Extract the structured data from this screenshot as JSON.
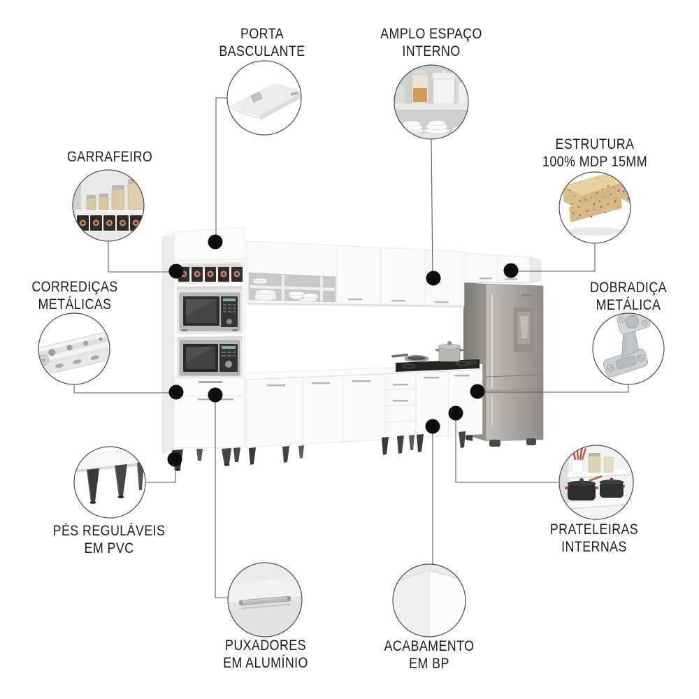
{
  "callouts": {
    "porta_basculante": {
      "line1": "PORTA",
      "line2": "BASCULANTE"
    },
    "amplo_espaco": {
      "line1": "AMPLO ESPAÇO",
      "line2": "INTERNO"
    },
    "garrafeiro": {
      "line1": "GARRAFEIRO",
      "line2": ""
    },
    "estrutura": {
      "line1": "ESTRUTURA",
      "line2": "100% MDP 15MM"
    },
    "corredicas": {
      "line1": "CORREDIÇAS",
      "line2": "METÁLICAS"
    },
    "dobradica": {
      "line1": "DOBRADIÇA",
      "line2": "METÁLICA"
    },
    "pes": {
      "line1": "PÉS REGULÁVEIS",
      "line2": "EM PVC"
    },
    "prateleiras": {
      "line1": "PRATELEIRAS",
      "line2": "INTERNAS"
    },
    "puxadores": {
      "line1": "PUXADORES",
      "line2": "EM ALUMÍNIO"
    },
    "acabamento": {
      "line1": "ACABAMENTO",
      "line2": "EM BP"
    }
  },
  "colors": {
    "background": "#ffffff",
    "text": "#1d1d1d",
    "callout_dot": "#0d0d0d",
    "connector_line": "#5c5c5c",
    "cabinet_white": "#fafaf9",
    "fridge_steel": "#a9a6a3",
    "mdp_wood": "#d9bd8b",
    "foot_dark": "#434345"
  }
}
